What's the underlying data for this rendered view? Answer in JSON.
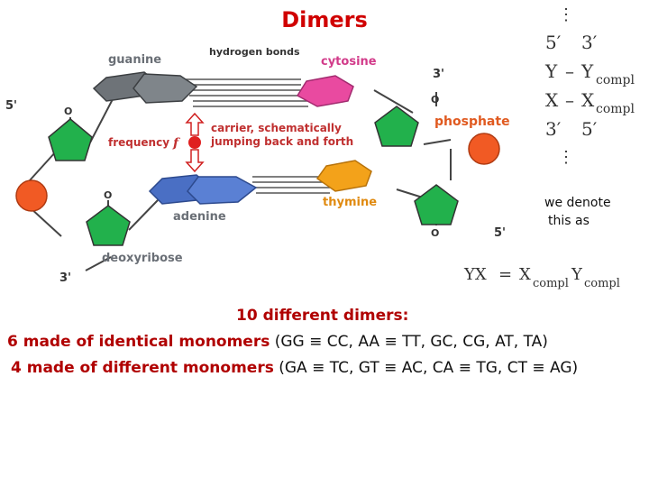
{
  "title": "Dimers",
  "diagram": {
    "labels": {
      "guanine": "guanine",
      "hydrogen_bonds": "hydrogen bonds",
      "cytosine": "cytosine",
      "phosphate": "phosphate",
      "carrier_line1": "carrier, schematically",
      "carrier_line2": "jumping back and forth",
      "frequency": "frequency",
      "f": "f",
      "adenine": "adenine",
      "thymine": "thymine",
      "deoxyribose": "deoxyribose",
      "o_top": "O",
      "o_mid": "O",
      "o_right_top": "O",
      "o_right_bot": "O",
      "five_prime_left": "5'",
      "three_prime_top": "3'",
      "five_prime_right": "5'",
      "three_prime_bottom": "3'"
    },
    "colors": {
      "guanine": "#6e7378",
      "cytosine": "#e94aa0",
      "adenine": "#4a6fc4",
      "thymine": "#f3a21a",
      "pentagon": "#22b14c",
      "phosphate": "#f15a24",
      "carrier": "#e02020",
      "arrow": "#d02020",
      "label_text": "#6a6f76",
      "label_pink": "#d23b8a",
      "label_orange": "#e08a10",
      "label_red": "#c03030"
    }
  },
  "sequence": {
    "dots_top": "⋮",
    "row1_left": "5′",
    "row1_right": "3′",
    "row2_a": "Y",
    "row2_minus": "–",
    "row2_b": "Y",
    "row2_sub": "compl",
    "row3_a": "X",
    "row3_minus": "–",
    "row3_b": "X",
    "row3_sub": "compl",
    "row4_left": "3′",
    "row4_right": "5′",
    "dots_bottom": "⋮"
  },
  "denote": {
    "line1": "we denote",
    "line2": "this as"
  },
  "formula": {
    "lhs": "YX",
    "eq": "=",
    "x": "X",
    "x_sub": "compl",
    "y": "Y",
    "y_sub": "compl"
  },
  "summary": {
    "line1": "10 different dimers:",
    "line2_bold": "6 made of identical monomers",
    "line2_rest": " (GG ≡ CC, AA ≡ TT, GC, CG, AT, TA)",
    "line3_bold": "4 made of different monomers",
    "line3_rest": " (GA ≡ TC, GT ≡ AC, CA ≡ TG, CT ≡ AG)"
  }
}
